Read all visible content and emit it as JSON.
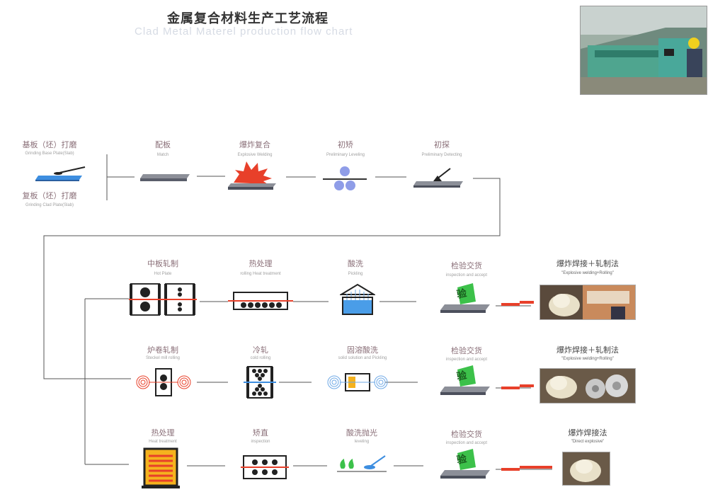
{
  "title_cn": "金属复合材料生产工艺流程",
  "title_en": "Clad Metal Materel production flow chart",
  "stage1": [
    {
      "cn": "基板（坯）打磨",
      "en": "Grinding Base Plate(Slab)"
    },
    {
      "cn": "复板（坯）打磨",
      "en": "Grinding Clad Plate(Slab)"
    },
    {
      "cn": "配板",
      "en": "Match"
    },
    {
      "cn": "爆炸复合",
      "en": "Explosive Welding"
    },
    {
      "cn": "初矫",
      "en": "Preliminary Leveling"
    },
    {
      "cn": "初探",
      "en": "Preliminary Detecting"
    }
  ],
  "row1": [
    {
      "cn": "中板轧制",
      "en": "Hot Plate"
    },
    {
      "cn": "热处理",
      "en": "rolling Heat treatment"
    },
    {
      "cn": "酸洗",
      "en": "Pickling"
    },
    {
      "cn": "检验交货",
      "en": "inspection and accept"
    },
    {
      "cn": "爆炸焊接＋轧制法",
      "en": "\"Explosive welding+Rolling\""
    }
  ],
  "row2": [
    {
      "cn": "炉卷轧制",
      "en": "Steckel mill rolling"
    },
    {
      "cn": "冷轧",
      "en": "cold rolling"
    },
    {
      "cn": "固溶酸洗",
      "en": "solid solution and Pickling"
    },
    {
      "cn": "检验交货",
      "en": "inspection and accept"
    },
    {
      "cn": "爆炸焊接＋轧制法",
      "en": "\"Explosive welding+Rolling\""
    }
  ],
  "row3": [
    {
      "cn": "热处理",
      "en": "Heat treatment"
    },
    {
      "cn": "矫直",
      "en": "inspection"
    },
    {
      "cn": "酸洗抛光",
      "en": "leveling"
    },
    {
      "cn": "检验交货",
      "en": "inspection and accept"
    },
    {
      "cn": "爆炸焊接法",
      "en": "\"Direct explosive\""
    }
  ],
  "stamp_text": "验",
  "colors": {
    "accent_red": "#e8402a",
    "steel": "#5a5e6a",
    "blue": "#6fa9e6",
    "green": "#3cc14a",
    "orange": "#f5b21e"
  }
}
